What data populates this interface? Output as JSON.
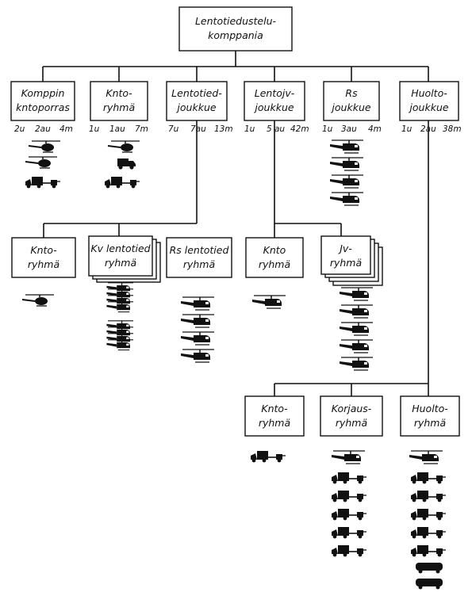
{
  "units": {
    "root": {
      "label": [
        "Lentotiedustelu-",
        "komppania"
      ]
    },
    "level1": [
      {
        "id": "komppin",
        "label": [
          "Komppin",
          "kntoporras"
        ],
        "counts": [
          "2u",
          "2au",
          "4m"
        ],
        "icons": [
          "heli-light",
          "heli-light",
          "truck-trailer"
        ]
      },
      {
        "id": "knto1",
        "label": [
          "Knto-",
          "ryhmä"
        ],
        "counts": [
          "1u",
          "1au",
          "7m"
        ],
        "icons": [
          "heli-light",
          "truck-small",
          "truck-trailer"
        ]
      },
      {
        "id": "lentotied",
        "label": [
          "Lentotied-",
          "joukkue"
        ],
        "counts": [
          "7u",
          "7au",
          "13m"
        ],
        "icons": []
      },
      {
        "id": "lentojv",
        "label": [
          "Lentojv-",
          "joukkue"
        ],
        "counts": [
          "1u",
          "5",
          "au",
          "42m"
        ],
        "icons": []
      },
      {
        "id": "rs",
        "label": [
          "Rs",
          "joukkue"
        ],
        "counts": [
          "1u",
          "3au",
          "4m"
        ],
        "icons": [
          "heli",
          "heli",
          "heli",
          "heli"
        ]
      },
      {
        "id": "huolto",
        "label": [
          "Huolto-",
          "joukkue"
        ],
        "counts": [
          "1u",
          "2au",
          "38m"
        ],
        "icons": []
      }
    ],
    "level2_lentotied": [
      {
        "id": "knto2",
        "label": [
          "Knto-",
          "ryhmä"
        ],
        "icons": [
          "heli-light"
        ]
      },
      {
        "id": "kv",
        "label": [
          "Kv lentotied",
          "ryhmä"
        ],
        "icons": [
          "heli-stack",
          "heli-stack"
        ],
        "stacked": true
      },
      {
        "id": "rslento",
        "label": [
          "Rs lentotied",
          "ryhmä"
        ],
        "icons": [
          "heli",
          "heli",
          "heli",
          "heli"
        ]
      }
    ],
    "level2_lentojv": [
      {
        "id": "knto3",
        "label": [
          "Knto",
          "ryhmä"
        ],
        "icons": [
          "heli"
        ]
      },
      {
        "id": "jv",
        "label": [
          "Jv-",
          "ryhmä"
        ],
        "icons": [
          "heli",
          "heli",
          "heli",
          "heli",
          "heli"
        ],
        "stacked": true
      }
    ],
    "level3_huolto": [
      {
        "id": "knto4",
        "label": [
          "Knto-",
          "ryhmä"
        ],
        "icons": [
          "truck-trailer"
        ]
      },
      {
        "id": "korjaus",
        "label": [
          "Korjaus-",
          "ryhmä"
        ],
        "icons": [
          "heli",
          "truck-trailer",
          "truck-trailer",
          "truck-trailer",
          "truck-trailer",
          "truck-trailer"
        ]
      },
      {
        "id": "huolto2",
        "label": [
          "Huolto-",
          "ryhmä"
        ],
        "icons": [
          "heli",
          "truck-trailer",
          "truck-trailer",
          "truck-trailer",
          "truck-trailer",
          "truck-trailer",
          "tanker",
          "tanker"
        ]
      }
    ]
  },
  "colors": {
    "ink": "#111111",
    "paper": "#ffffff"
  }
}
